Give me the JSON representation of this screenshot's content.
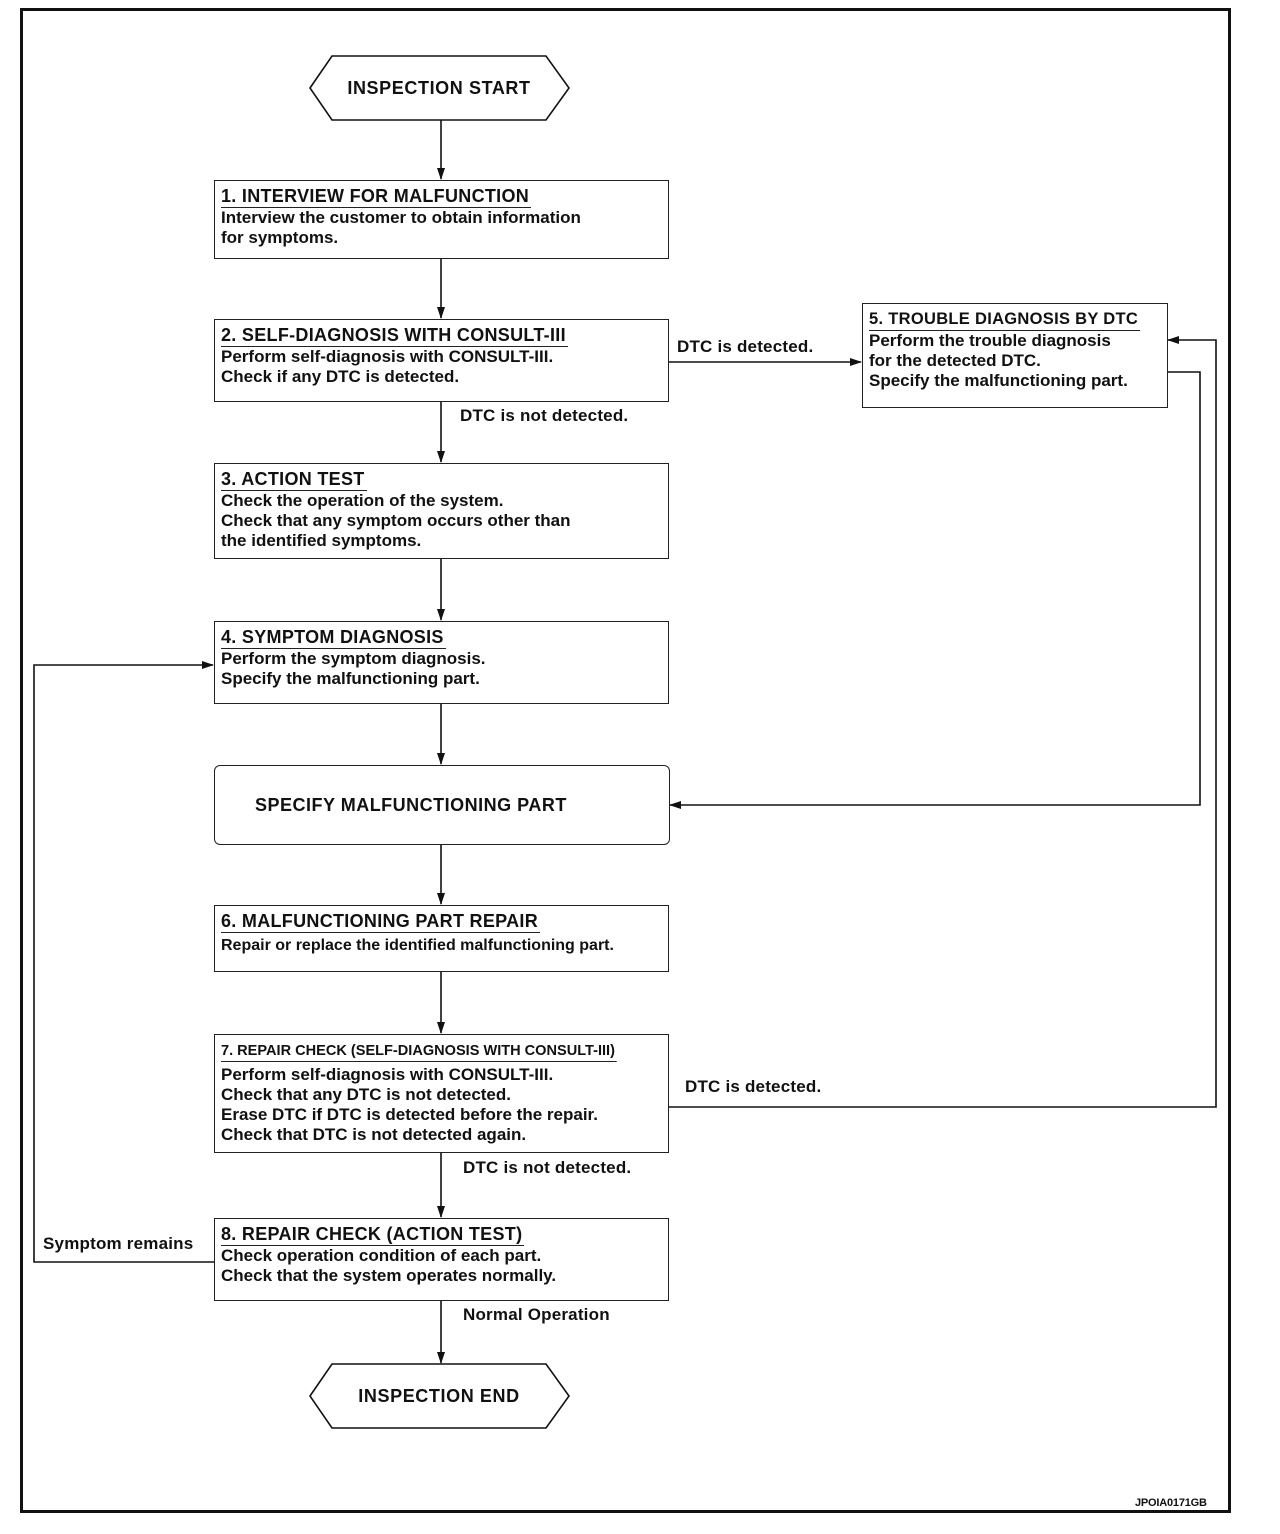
{
  "terminals": {
    "start": "INSPECTION START",
    "end": "INSPECTION END"
  },
  "steps": [
    {
      "title": "1. INTERVIEW FOR MALFUNCTION",
      "body": "Interview the customer to obtain information\nfor symptoms."
    },
    {
      "title": "2. SELF-DIAGNOSIS WITH CONSULT-III",
      "body": "Perform self-diagnosis with CONSULT-III.\nCheck if any DTC is detected."
    },
    {
      "title": "3. ACTION TEST",
      "body": "Check the operation of the system.\nCheck that any symptom occurs other than\nthe identified symptoms."
    },
    {
      "title": "4. SYMPTOM DIAGNOSIS",
      "body": "Perform the symptom diagnosis.\nSpecify the malfunctioning part."
    },
    {
      "title": "5. TROUBLE DIAGNOSIS BY DTC",
      "body": "Perform the trouble diagnosis\nfor the detected DTC.\nSpecify the malfunctioning part."
    },
    {
      "title": "6. MALFUNCTIONING PART REPAIR",
      "body": "Repair or replace the identified malfunctioning part."
    },
    {
      "title": "7. REPAIR CHECK (SELF-DIAGNOSIS WITH CONSULT-III)",
      "body": "Perform self-diagnosis with CONSULT-III.\nCheck that any DTC is not detected.\nErase DTC if DTC is detected before the repair.\nCheck that DTC is not detected again."
    },
    {
      "title": "8. REPAIR CHECK (ACTION TEST)",
      "body": "Check operation condition of each part.\nCheck that the system operates normally."
    }
  ],
  "specify_box": "SPECIFY MALFUNCTIONING PART",
  "edge_labels": {
    "dtc_detected_1": "DTC is detected.",
    "dtc_not_detected_1": "DTC is not detected.",
    "dtc_detected_2": "DTC is detected.",
    "dtc_not_detected_2": "DTC is not detected.",
    "symptom_remains": "Symptom remains",
    "normal_operation": "Normal Operation"
  },
  "figure_code": "JPOIA0171GB"
}
